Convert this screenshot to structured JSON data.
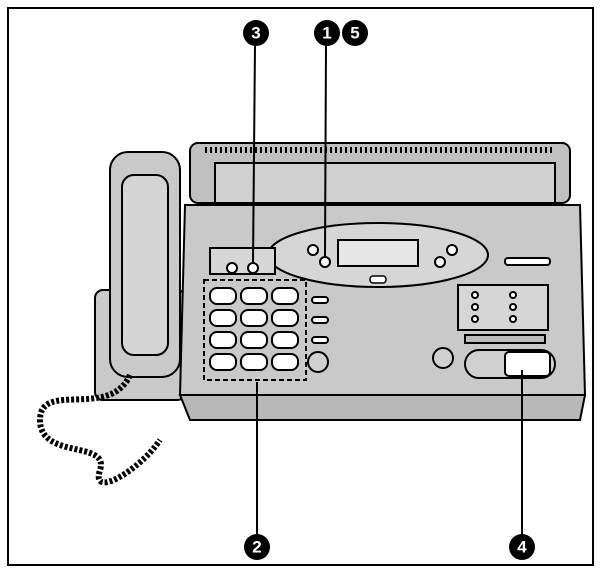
{
  "callouts": [
    {
      "id": "3",
      "label": "3",
      "target": "keys-left-of-display"
    },
    {
      "id": "1",
      "label": "1",
      "target": "display-panel-button"
    },
    {
      "id": "5",
      "label": "5",
      "target": "display-panel-button"
    },
    {
      "id": "2",
      "label": "2",
      "target": "dial-keypad"
    },
    {
      "id": "4",
      "label": "4",
      "target": "start-button"
    }
  ],
  "colors": {
    "body": "#c9c9c9",
    "outline": "#000000",
    "callout": "#000000"
  }
}
